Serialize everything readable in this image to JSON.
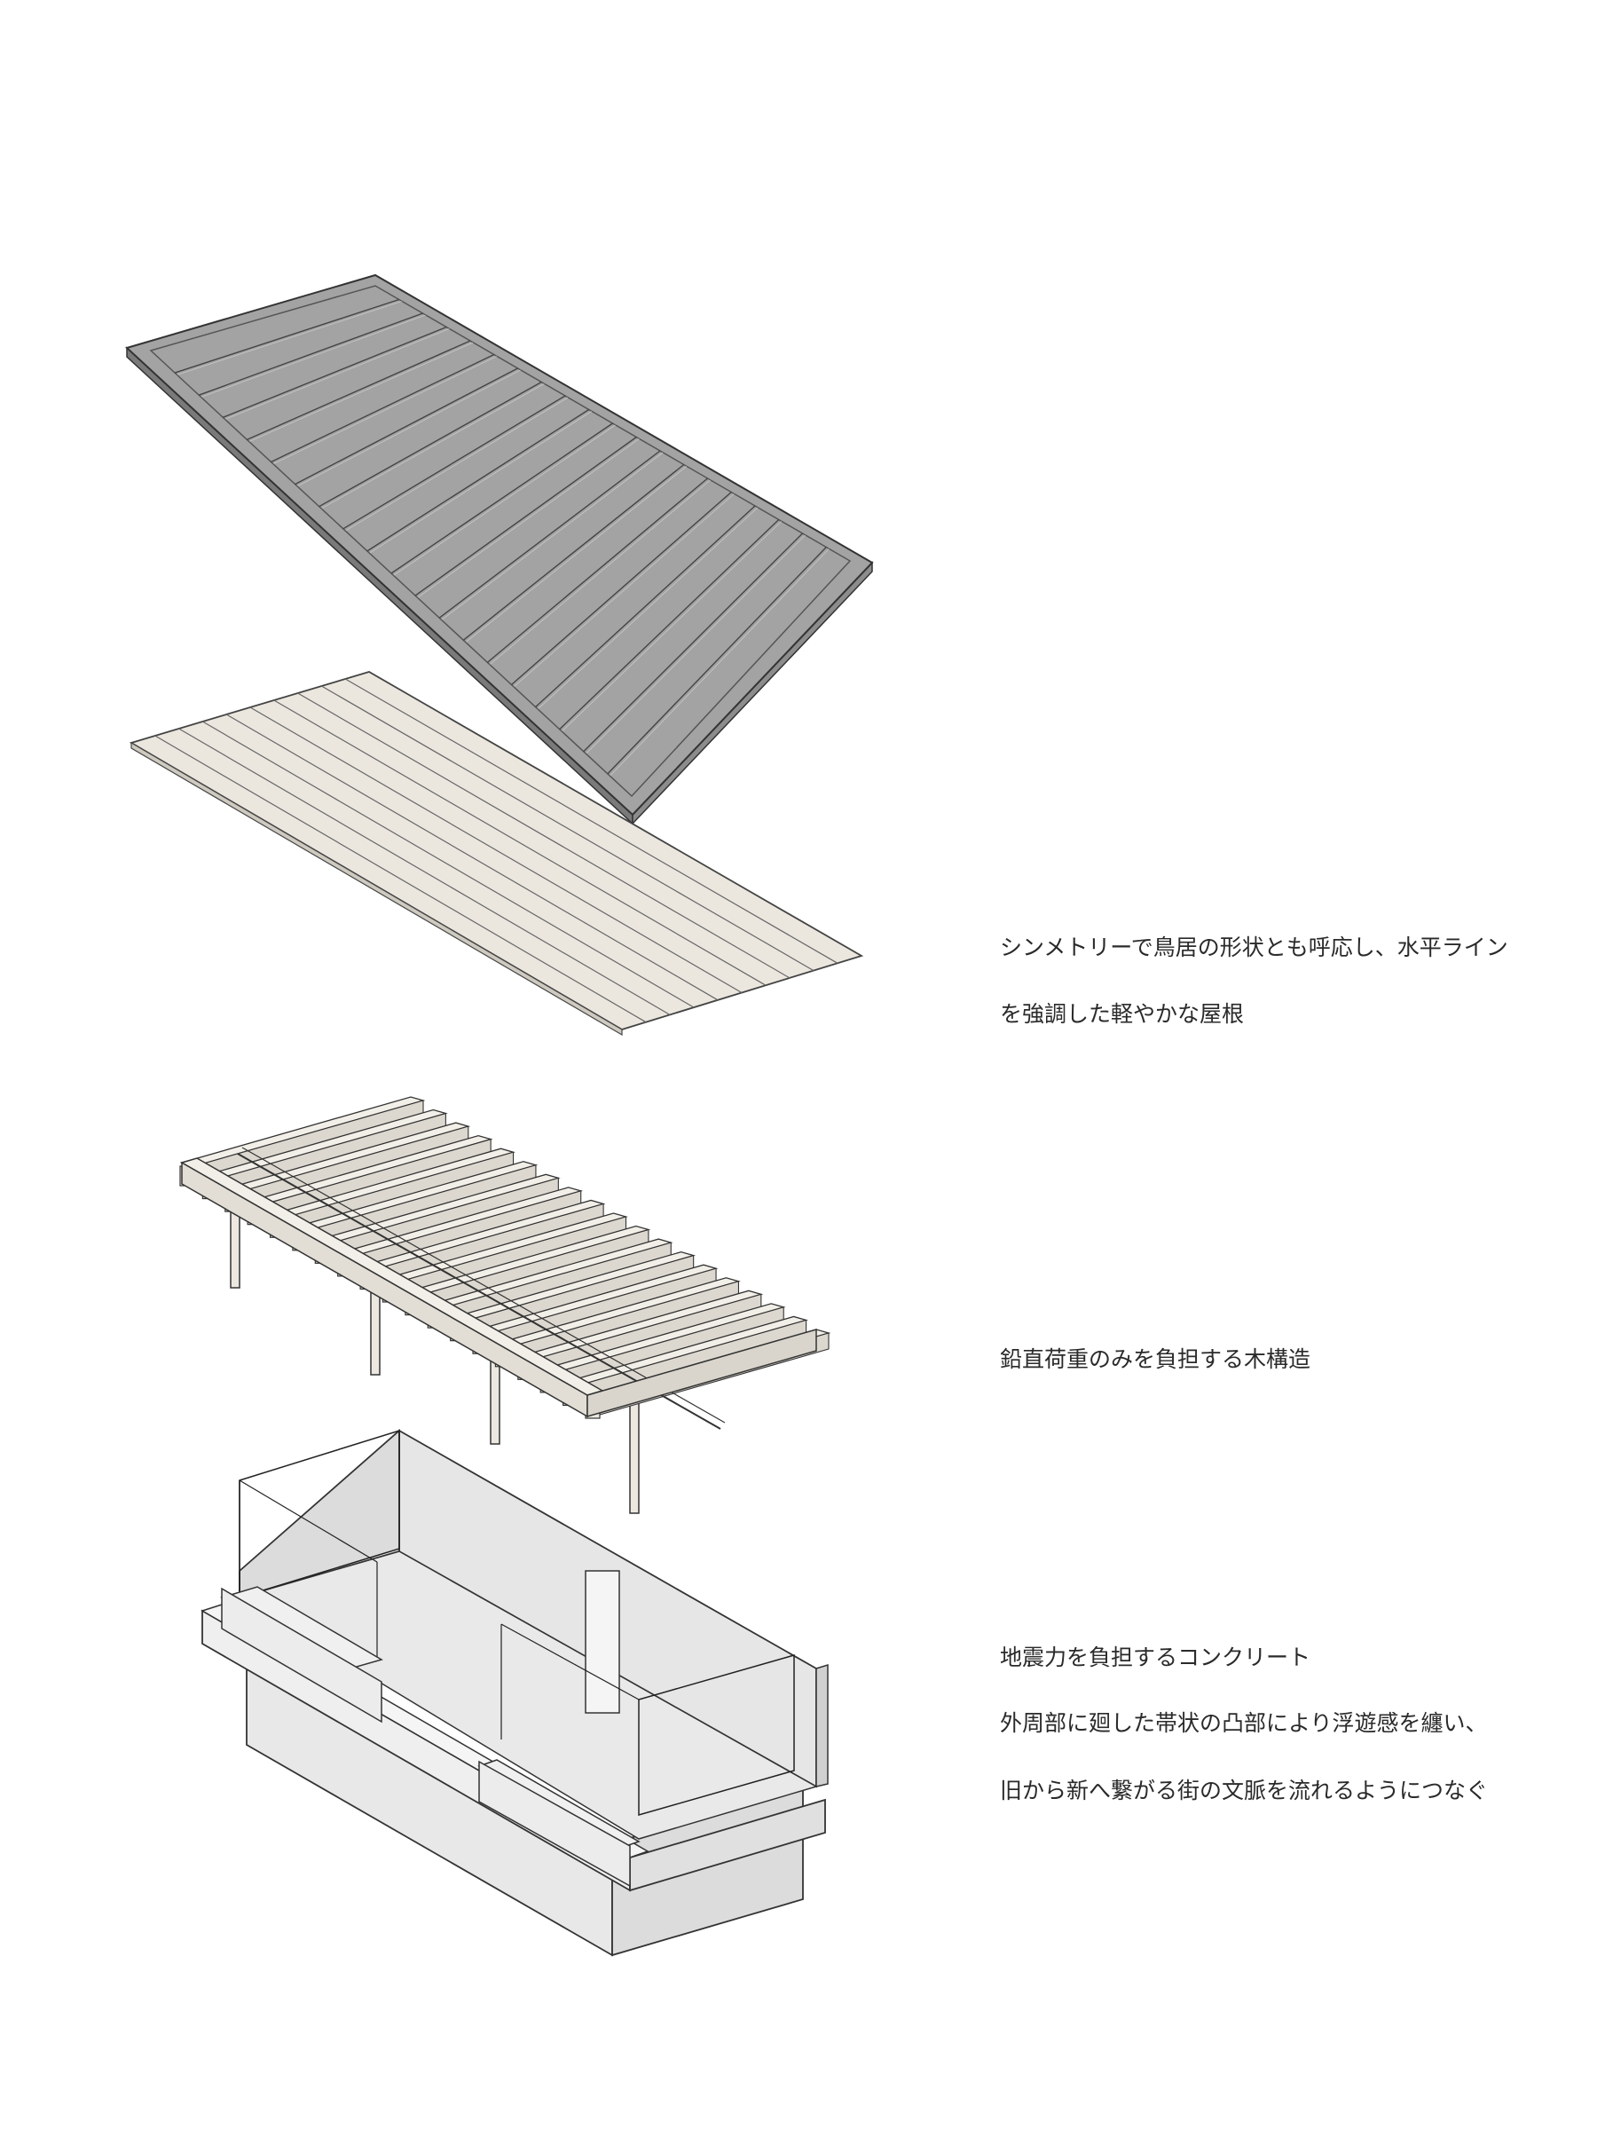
{
  "captions": {
    "roof_line_1": "シンメトリーで鳥居の形状とも呼応し、水平ライン",
    "roof_line_2": "を強調した軽やかな屋根",
    "wood_line_1": "鉛直荷重のみを負担する木構造",
    "concrete_line_1": "地震力を負担するコンクリート",
    "concrete_line_2": "外周部に廻した帯状の凸部により浮遊感を纏い、",
    "concrete_line_3": "旧から新へ繋がる街の文脈を流れるようにつなぐ"
  },
  "colors": {
    "roof_metal": "#a3a3a3",
    "roof_metal_edge": "#6e6e6e",
    "roof_boards": "#ebe7df",
    "timber": "#ece8e0",
    "concrete": "#e6e6e6",
    "concrete_shade": "#d8d8d8",
    "line": "#333333"
  }
}
